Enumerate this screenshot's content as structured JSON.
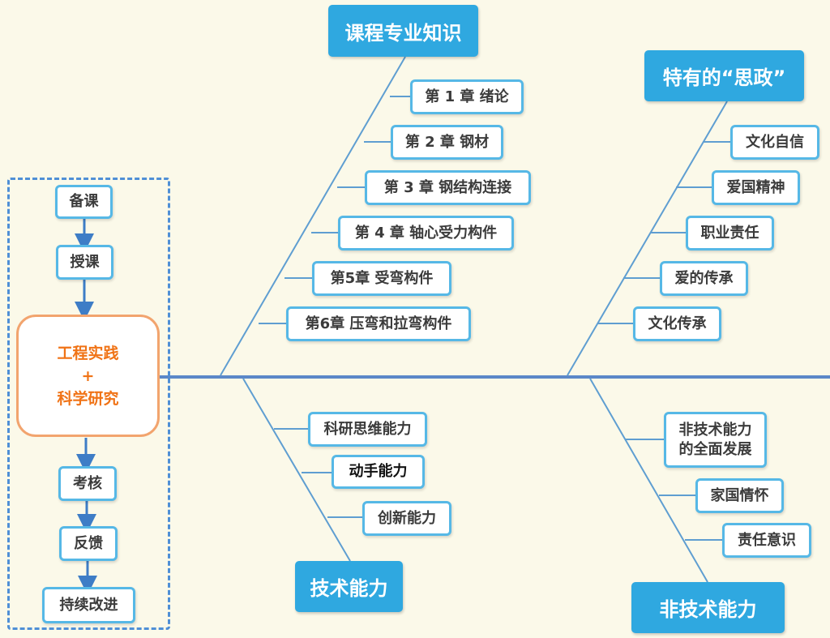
{
  "spine_color": "#5b88c8",
  "branch_color": "#5f9ed1",
  "heads": {
    "course": "课程专业知识",
    "ideology": "特有的“思政”",
    "technical": "技术能力",
    "nontechnical": "非技术能力"
  },
  "course_items": [
    "第 1 章  绪论",
    "第 2 章  钢材",
    "第 3 章  钢结构连接",
    "第 4 章  轴心受力构件",
    "第5章  受弯构件",
    "第6章  压弯和拉弯构件"
  ],
  "ideology_items": [
    "文化自信",
    "爱国精神",
    "职业责任",
    "爱的传承",
    "文化传承"
  ],
  "technical_items": [
    "科研思维能力",
    "动手能力",
    "创新能力"
  ],
  "nontechnical_items": [
    "非技术能力\n的全面发展",
    "家国情怀",
    "责任意识"
  ],
  "process": {
    "prepare": "备课",
    "teach": "授课",
    "core_line1": "工程实践",
    "core_line2": "+",
    "core_line3": "科学研究",
    "assess": "考核",
    "feedback": "反馈",
    "improve": "持续改进"
  }
}
